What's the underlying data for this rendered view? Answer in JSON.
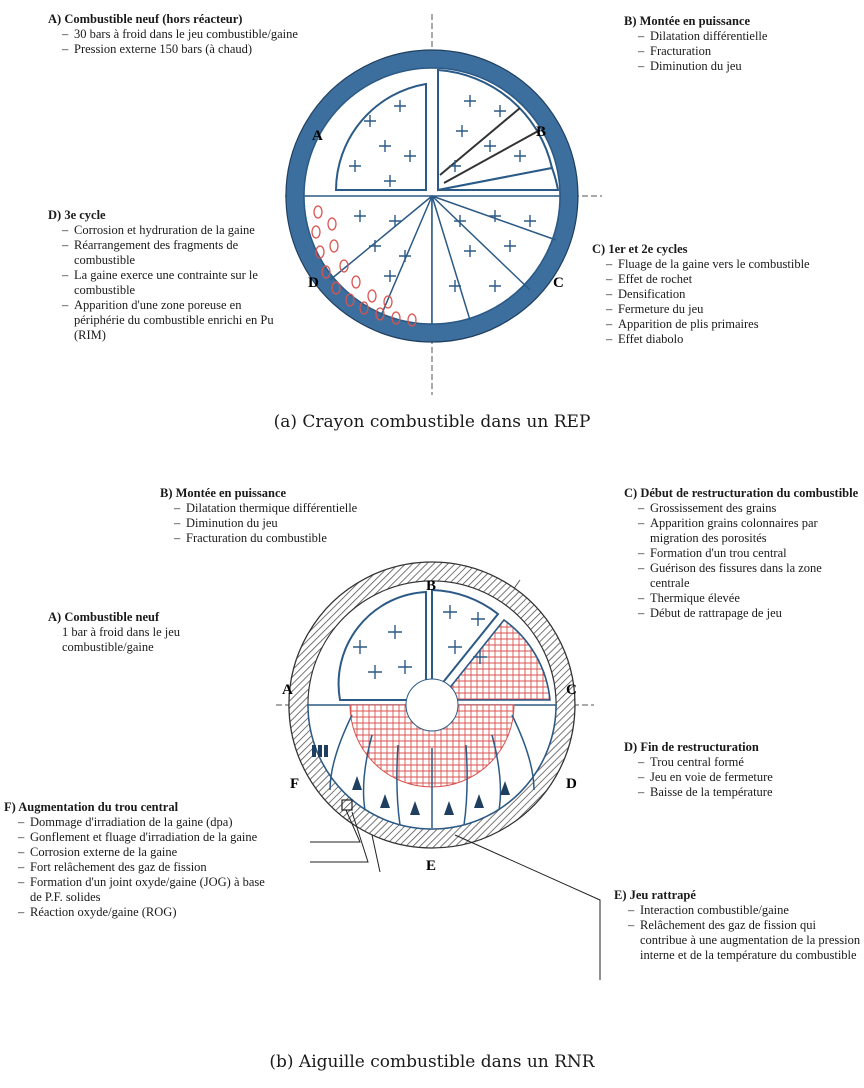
{
  "figure_a": {
    "caption": "(a) Crayon combustible dans un REP",
    "sector_labels": {
      "a": "A",
      "b": "B",
      "c": "C",
      "d": "D"
    },
    "blocks": {
      "a": {
        "heading": "A) Combustible neuf (hors réacteur)",
        "items": [
          "30 bars à froid dans le jeu combustible/gaine",
          "Pression externe 150 bars (à chaud)"
        ]
      },
      "b": {
        "heading": "B) Montée en puissance",
        "items": [
          "Dilatation différentielle",
          "Fracturation",
          "Diminution du jeu"
        ]
      },
      "c": {
        "heading": "C) 1er et 2e cycles",
        "items": [
          "Fluage de la gaine vers le combustible",
          "Effet de rochet",
          "Densification",
          "Fermeture du jeu",
          "Apparition de plis primaires",
          "Effet diabolo"
        ]
      },
      "d": {
        "heading": "D) 3e cycle",
        "items": [
          "Corrosion et hydruration de la gaine",
          "Réarrangement des fragments de combustible",
          "La gaine exerce une contrainte sur le combustible",
          "Apparition d'une zone poreuse en périphérie du combustible enrichi en Pu (RIM)"
        ]
      }
    }
  },
  "figure_b": {
    "caption": "(b) Aiguille combustible dans un RNR",
    "sector_labels": {
      "a": "A",
      "b": "B",
      "c": "C",
      "d": "D",
      "e": "E",
      "f": "F"
    },
    "blocks": {
      "a": {
        "heading": "A) Combustible neuf",
        "text": "1 bar à froid dans le jeu combustible/gaine"
      },
      "b": {
        "heading": "B) Montée en puissance",
        "items": [
          "Dilatation thermique différentielle",
          "Diminution du jeu",
          "Fracturation du combustible"
        ]
      },
      "c": {
        "heading": "C) Début de restructuration du combustible",
        "items": [
          "Grossissement des grains",
          "Apparition grains colonnaires par migration des porosités",
          "Formation d'un trou central",
          "Guérison des fissures dans la zone centrale",
          "Thermique élevée",
          "Début de rattrapage de jeu"
        ]
      },
      "d": {
        "heading": "D) Fin de restructuration",
        "items": [
          "Trou central formé",
          "Jeu en voie de fermeture",
          "Baisse de la température"
        ]
      },
      "e": {
        "heading": "E) Jeu rattrapé",
        "items": [
          "Interaction combustible/gaine",
          "Relâchement des gaz de fission qui contribue à une augmentation de la pression interne et de la température du combustible"
        ]
      },
      "f": {
        "heading": "F) Augmentation du trou central",
        "items": [
          "Dommage d'irradiation de la gaine (dpa)",
          "Gonflement et fluage d'irradiation de la gaine",
          "Corrosion externe de la gaine",
          "Fort relâchement des gaz de fission",
          "Formation d'un joint oxyde/gaine (JOG) à base de P.F. solides",
          "Réaction oxyde/gaine (ROG)"
        ]
      }
    }
  },
  "colors": {
    "cladding_rep": "#3d6f9e",
    "fuel_outline": "#2c5a86",
    "porosity_red": "#d9534f",
    "hatch": "#555555"
  }
}
